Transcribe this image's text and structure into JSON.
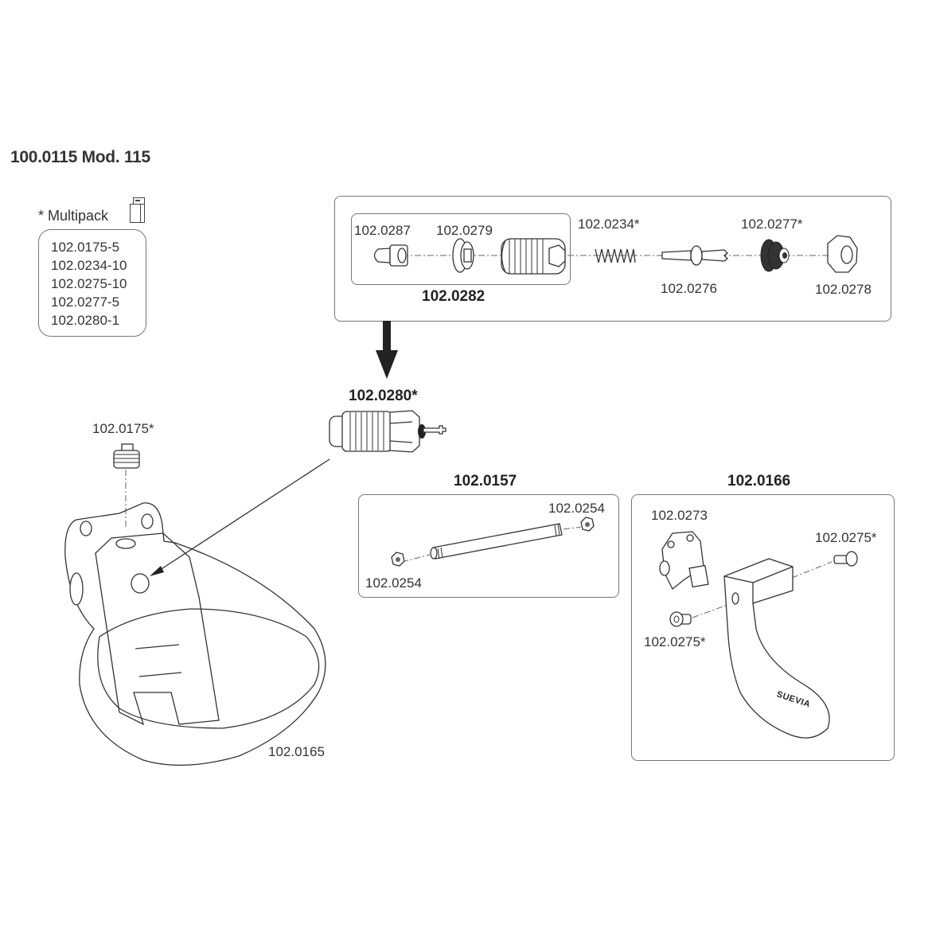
{
  "title": "100.0115 Mod. 115",
  "multipack": {
    "label": "* Multipack",
    "icon": "package-icon",
    "items": [
      "102.0175-5",
      "102.0234-10",
      "102.0275-10",
      "102.0277-5",
      "102.0280-1"
    ]
  },
  "valve_kit": {
    "sub_assembly": {
      "label": "102.0282",
      "parts": [
        "102.0287",
        "102.0279"
      ]
    },
    "parts": {
      "spring": "102.0234*",
      "pin": "102.0276",
      "seal": "102.0277*",
      "nut": "102.0278"
    }
  },
  "valve": {
    "label": "102.0280*"
  },
  "plug": {
    "label": "102.0175*"
  },
  "bowl": {
    "label": "102.0165"
  },
  "rod_kit": {
    "title": "102.0157",
    "nut_right": "102.0254",
    "nut_left": "102.0254"
  },
  "paddle_kit": {
    "title": "102.0166",
    "bracket": "102.0273",
    "screw_right": "102.0275*",
    "screw_left": "102.0275*",
    "brand": "SUEVIA"
  }
}
